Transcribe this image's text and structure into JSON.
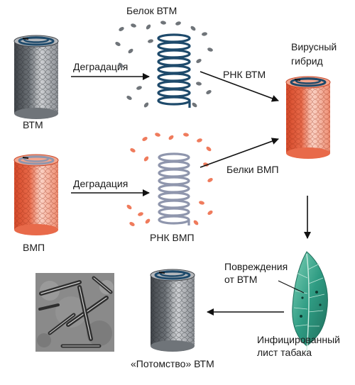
{
  "labels": {
    "tmv": "ВТМ",
    "hrv": "ВМП",
    "degradation_top": "Деградация",
    "degradation_bottom": "Деградация",
    "tmv_protein": "Белок ВТМ",
    "tmv_rna": "РНК ВТМ",
    "hrv_proteins": "Белки ВМП",
    "hrv_rna": "РНК ВМП",
    "hybrid_line1": "Вирусный",
    "hybrid_line2": "гибрид",
    "damage_line1": "Повреждения",
    "damage_line2": "от ВТМ",
    "leaf_line1": "Инфицированный",
    "leaf_line2": "лист табака",
    "progeny": "«Потомство» ВТМ"
  },
  "colors": {
    "tmv_light": "#c8cacd",
    "tmv_dark": "#5d6166",
    "hrv_light": "#f7c4b4",
    "hrv_dark": "#d9583a",
    "tmv_rna": "#1e4a6b",
    "hrv_rna": "#8f96ad",
    "leaf": "#2f9c83",
    "arrow": "#111111"
  }
}
